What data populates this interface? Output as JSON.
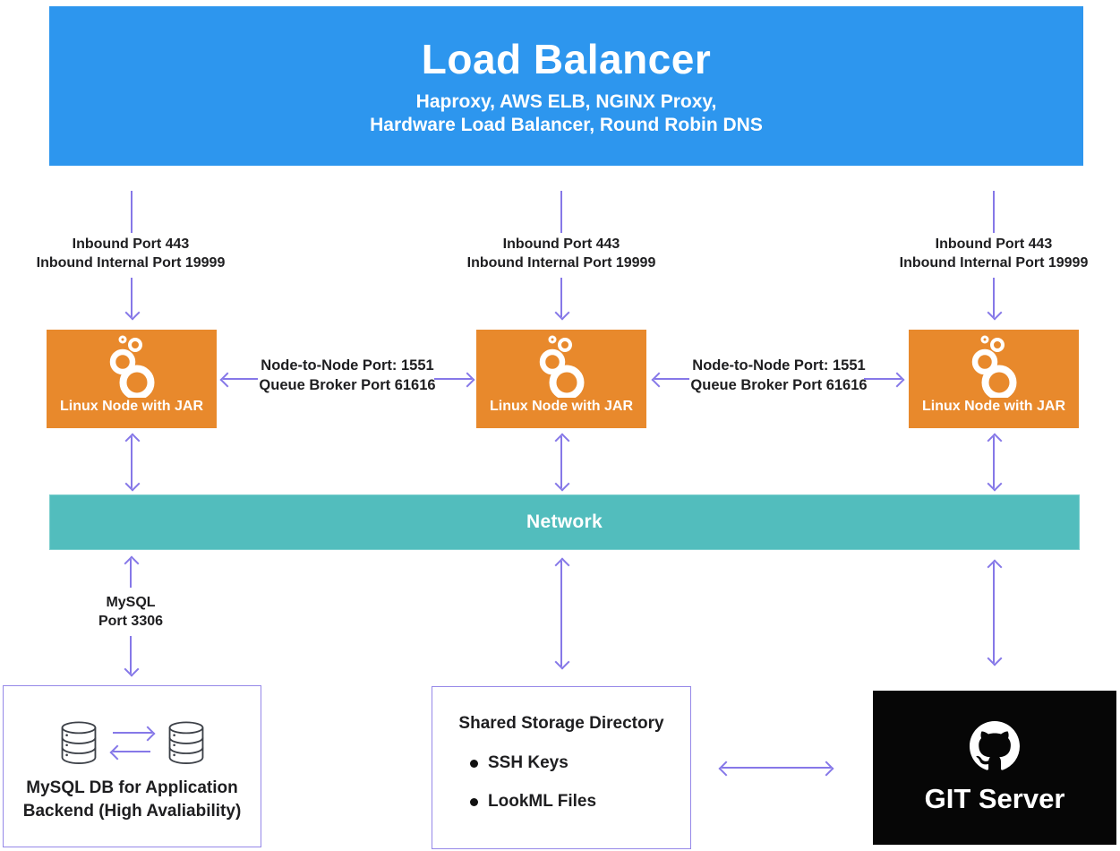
{
  "load_balancer": {
    "title": "Load Balancer",
    "subtitle1": "Haproxy, AWS ELB, NGINX Proxy,",
    "subtitle2": "Hardware Load Balancer, Round Robin DNS"
  },
  "inbound": {
    "line1": "Inbound Port 443",
    "line2": "Inbound Internal Port 19999"
  },
  "node_link": {
    "line1": "Node-to-Node Port: 1551",
    "line2": "Queue Broker Port 61616"
  },
  "node_label": "Linux Node with JAR",
  "network_label": "Network",
  "mysql_link": {
    "line1": "MySQL",
    "line2": "Port 3306"
  },
  "mysql_db": {
    "line1": "MySQL DB for Application",
    "line2": "Backend (High Avaliability)"
  },
  "shared_storage": {
    "title": "Shared Storage Directory",
    "item1": "SSH Keys",
    "item2": "LookML Files"
  },
  "git": {
    "label": "GIT Server"
  },
  "colors": {
    "blue": "#2D96EE",
    "orange": "#E8892C",
    "teal": "#52BDBD",
    "arrow": "#8678E8",
    "border": "#9588E8",
    "ink": "#1E1E20"
  }
}
